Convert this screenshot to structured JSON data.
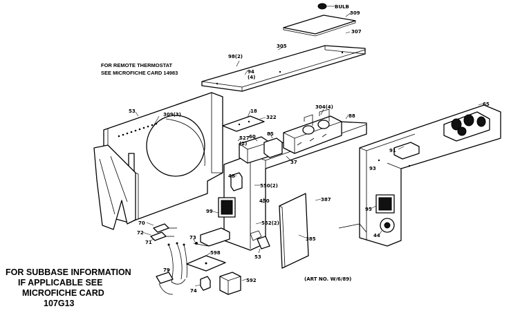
{
  "notes": {
    "remote_thermostat": [
      "FOR REMOTE THERMOSTAT",
      "SEE MICROFICHE CARD 14983"
    ],
    "subbase": [
      "FOR SUBBASE INFORMATION",
      "IF APPLICABLE SEE",
      "MICROFICHE CARD",
      "107G13"
    ],
    "art_number": "(ART NO. W/6/89)"
  },
  "part_labels": {
    "bulb": "BULB",
    "p309": "309",
    "p307": "307",
    "p305": "305",
    "p98_2": "98(2)",
    "p94_4": "94\n(4)",
    "p53_top": "53",
    "p309_3": "309(3)",
    "p18": "18",
    "p322": "322",
    "p527_2": "527\n(2)",
    "p304_4": "304(4)",
    "p88": "88",
    "p85": "85",
    "p60": "60",
    "p37": "37",
    "p48": "48",
    "p550_2": "550(2)",
    "p450": "450",
    "p552_2": "552(2)",
    "p387": "387",
    "p385": "385",
    "p91": "91",
    "p65": "65",
    "p99": "99",
    "p44": "44",
    "p70": "70",
    "p72": "72",
    "p71": "71",
    "p73": "73",
    "p53_bot": "53",
    "p598": "598",
    "p79": "79",
    "p74": "74",
    "p592": "592",
    "p95": "95",
    "p93": "93"
  }
}
